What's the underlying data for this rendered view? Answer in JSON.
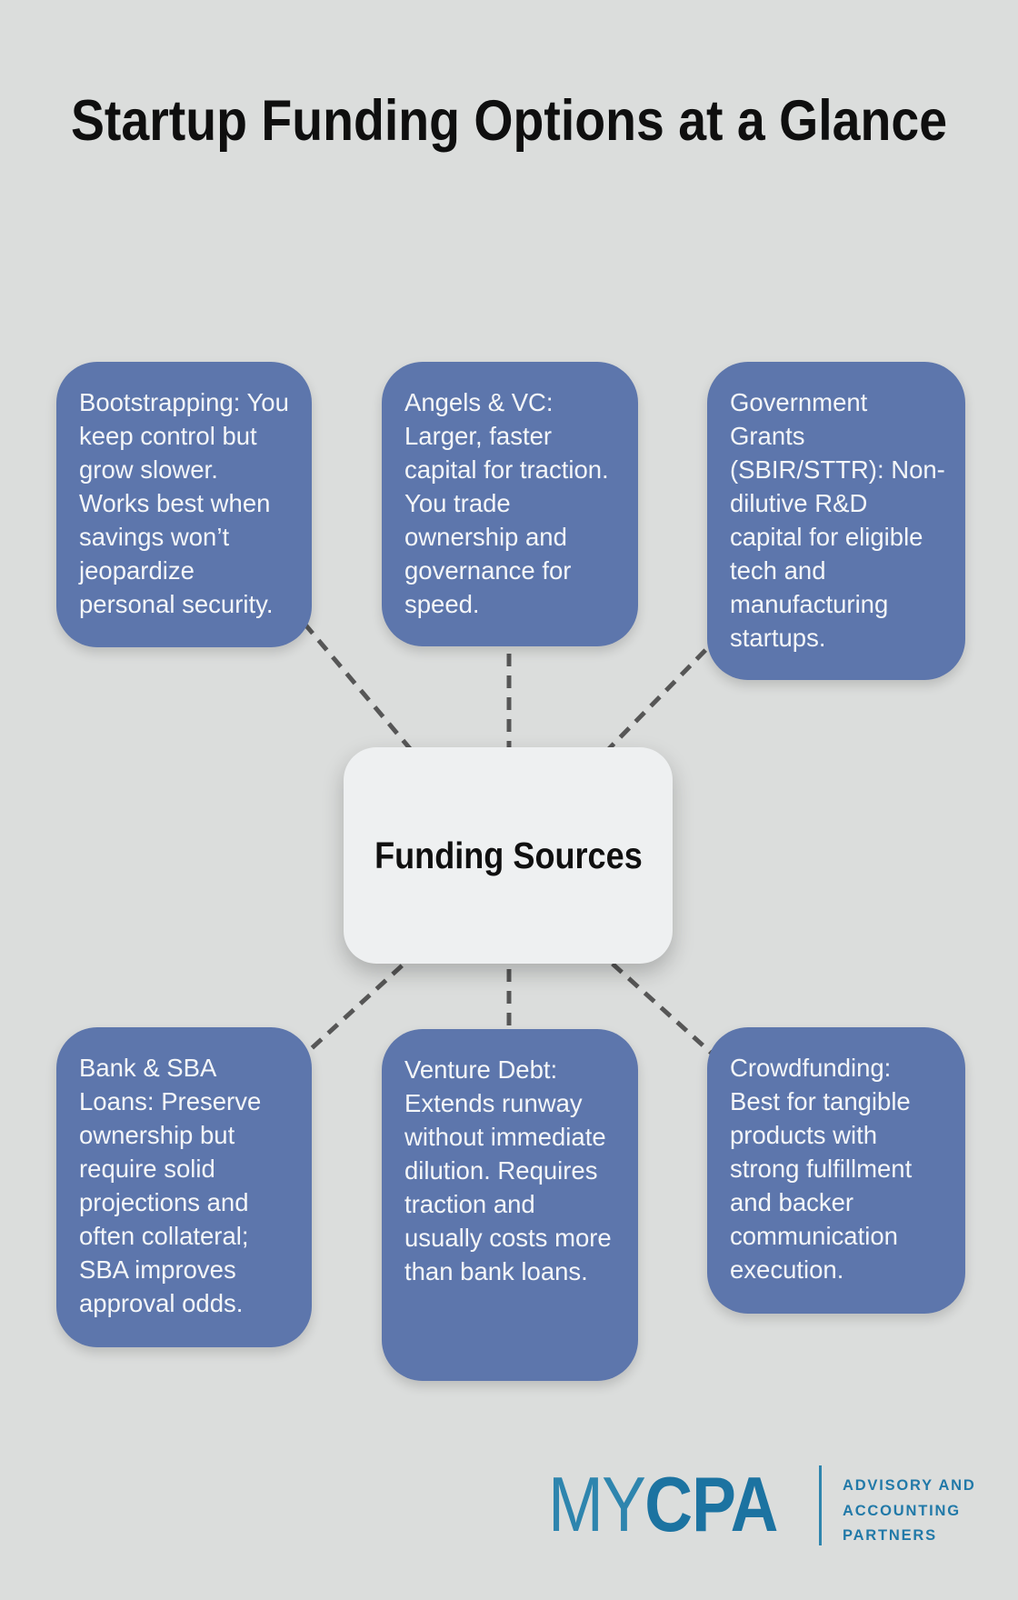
{
  "title": {
    "text": "Startup Funding Options at a Glance"
  },
  "center_node": {
    "label": "Funding Sources"
  },
  "nodes": [
    {
      "name": "bootstrapping",
      "text": "Bootstrapping: You keep control but grow slower. Works best when savings won’t jeopardize personal security."
    },
    {
      "name": "angels-vc",
      "text": "Angels & VC: Larger, faster capital for traction. You trade ownership and governance for speed."
    },
    {
      "name": "government-grants",
      "text": "Government Grants (SBIR/STTR): Non-dilutive R&D capital for eligible tech and manufacturing startups."
    },
    {
      "name": "bank-sba-loans",
      "text": "Bank & SBA Loans: Preserve ownership but require solid projections and often collateral; SBA improves approval odds."
    },
    {
      "name": "venture-debt",
      "text": "Venture Debt: Extends runway without immediate dilution. Requires traction and usually costs more than bank loans."
    },
    {
      "name": "crowdfunding",
      "text": "Crowdfunding: Best for tangible products with strong fulfillment and backer communication execution."
    }
  ],
  "footer_logo": {
    "brand_light": "MY",
    "brand_bold": "CPA",
    "tagline_lines": [
      "ADVISORY AND",
      "ACCOUNTING",
      "PARTNERS"
    ]
  },
  "colors": {
    "background": "#dbdddc",
    "node_fill": "#5d76ac",
    "node_text": "#f4f6f8",
    "center_fill": "#eef0f1",
    "center_text": "#101010",
    "connector": "#565656",
    "title_text": "#0f0f0f",
    "brand_light_blue": "#2e85ae",
    "brand_dark_blue": "#1c73a1"
  }
}
